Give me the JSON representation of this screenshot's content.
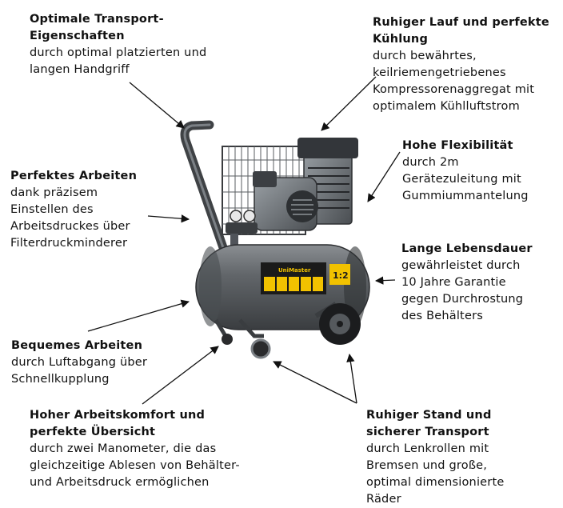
{
  "callouts": [
    {
      "id": "transport",
      "heading": [
        "Optimale Transport-",
        "Eigenschaften"
      ],
      "body": [
        "durch optimal platzierten und",
        "langen Handgriff"
      ]
    },
    {
      "id": "kuehlung",
      "heading": [
        "Ruhiger Lauf und perfekte",
        "Kühlung"
      ],
      "body": [
        "durch bewährtes,",
        "keilriemengetriebenes",
        "Kompressorenaggregat mit",
        "optimalem Kühlluftstrom"
      ]
    },
    {
      "id": "flexibilitaet",
      "heading": [
        "Hohe Flexibilität"
      ],
      "body": [
        "durch 2m",
        "Gerätezuleitung mit",
        "Gummiummantelung"
      ]
    },
    {
      "id": "arbeiten",
      "heading": [
        "Perfektes Arbeiten"
      ],
      "body": [
        "dank präzisem",
        "Einstellen des",
        "Arbeitsdruckes über",
        "Filterdruckminderer"
      ]
    },
    {
      "id": "lebensdauer",
      "heading": [
        "Lange Lebensdauer"
      ],
      "body": [
        "gewährleistet durch",
        "10 Jahre Garantie",
        "gegen Durchrostung",
        "des Behälters"
      ]
    },
    {
      "id": "bequem",
      "heading": [
        "Bequemes Arbeiten"
      ],
      "body": [
        "durch Luftabgang über",
        "Schnellkupplung"
      ]
    },
    {
      "id": "komfort",
      "heading": [
        "Hoher Arbeitskomfort und",
        "perfekte Übersicht"
      ],
      "body": [
        "durch zwei Manometer, die das",
        "gleichzeitige Ablesen von Behälter-",
        "und Arbeitsdruck ermöglichen"
      ]
    },
    {
      "id": "stand",
      "heading": [
        "Ruhiger Stand und",
        "sicherer Transport"
      ],
      "body": [
        "durch Lenkrollen mit",
        "Bremsen und große,",
        "optimal dimensionierte",
        "Räder"
      ]
    }
  ],
  "product": {
    "badge": "1:2",
    "label": "UniMaster"
  },
  "colors": {
    "tank": "#5b5f63",
    "frame": "#4a4d50",
    "label": "#f2c200",
    "text": "#111111"
  }
}
